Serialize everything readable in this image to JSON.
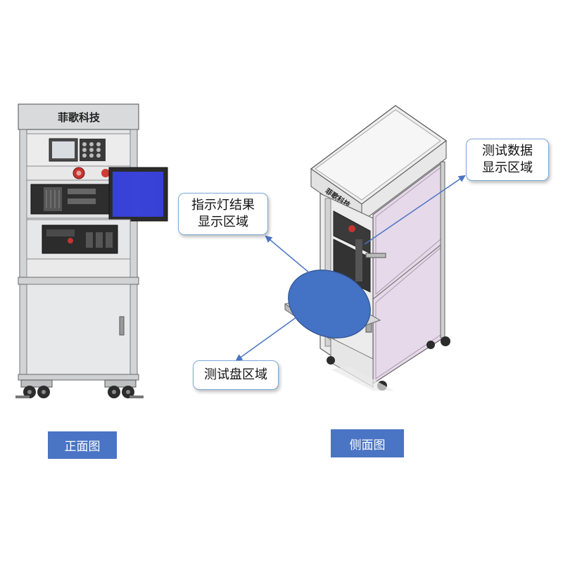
{
  "front_view": {
    "brand": "菲歌科技",
    "caption": "正面图"
  },
  "side_view": {
    "brand": "菲歌科技",
    "caption": "侧面图"
  },
  "callouts": {
    "indicator": [
      "指示灯结果",
      "显示区域"
    ],
    "data_display": [
      "测试数据",
      "显示区域"
    ],
    "test_plate": "测试盘区域"
  },
  "colors": {
    "caption_bg": "#4a74c4",
    "test_plate": "#4472c4",
    "monitor_screen": "#2a35d6",
    "side_panel": "#e6d9e9",
    "callout_border": "#7fa9d6",
    "arrow": "#4a74c4"
  }
}
